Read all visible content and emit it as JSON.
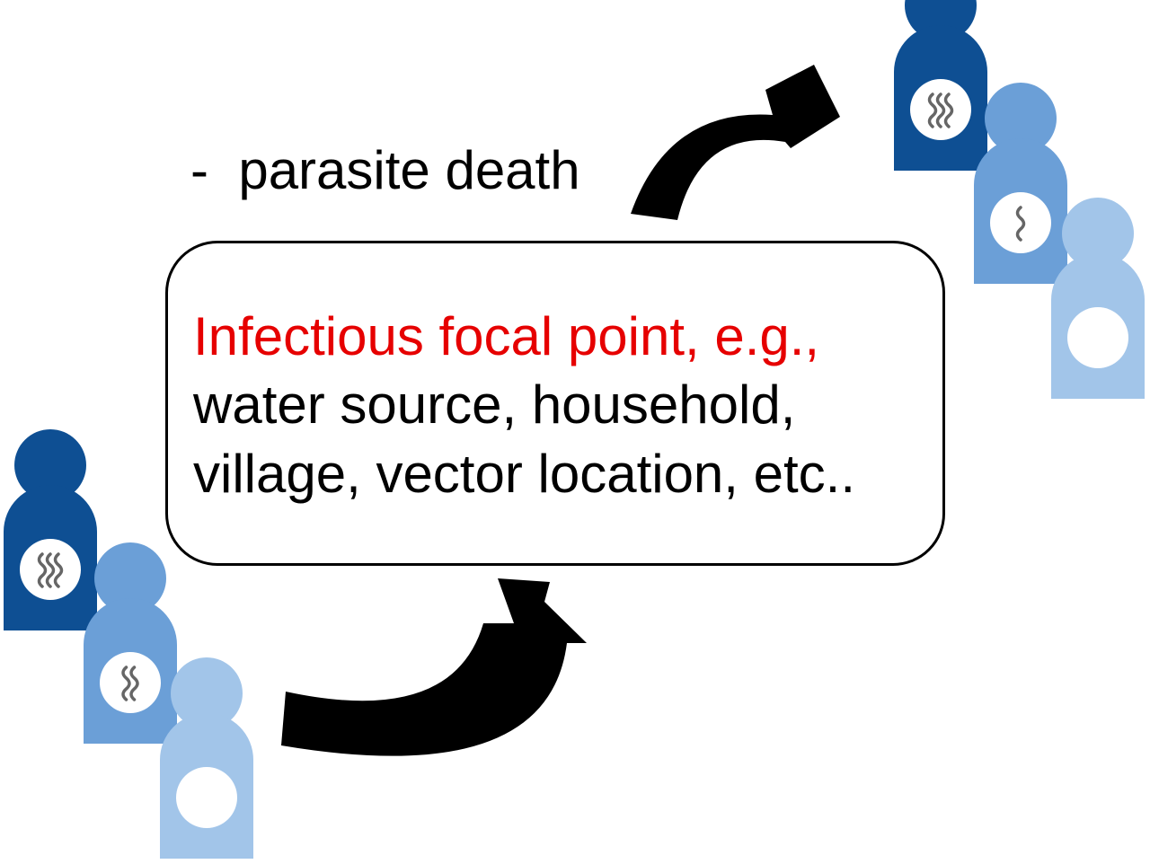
{
  "colors": {
    "dark_blue": "#0e4f93",
    "mid_blue": "#6b9fd7",
    "light_blue": "#a2c5e9",
    "parasite": "#666666",
    "highlight": "#e60000",
    "text": "#000000",
    "arrow": "#000000"
  },
  "labels": {
    "parasite_death": "-  parasite death",
    "focal_point_heading": "Infectious focal point, e.g.,",
    "focal_point_line2": "water source, household,",
    "focal_point_line3": "village, vector location, etc.."
  },
  "groups": {
    "incoming": [
      {
        "person": "person-dark",
        "color": "dark_blue",
        "parasites": 3
      },
      {
        "person": "person-mid",
        "color": "mid_blue",
        "parasites": 2
      },
      {
        "person": "person-light",
        "color": "light_blue",
        "parasites": 0
      }
    ],
    "outgoing": [
      {
        "person": "person-dark",
        "color": "dark_blue",
        "parasites": 3
      },
      {
        "person": "person-mid",
        "color": "mid_blue",
        "parasites": 1
      },
      {
        "person": "person-light",
        "color": "light_blue",
        "parasites": 0
      }
    ]
  },
  "icons": {
    "person": "person-icon",
    "parasite": "parasite-worm-icon",
    "arrow": "curved-arrow-icon"
  }
}
